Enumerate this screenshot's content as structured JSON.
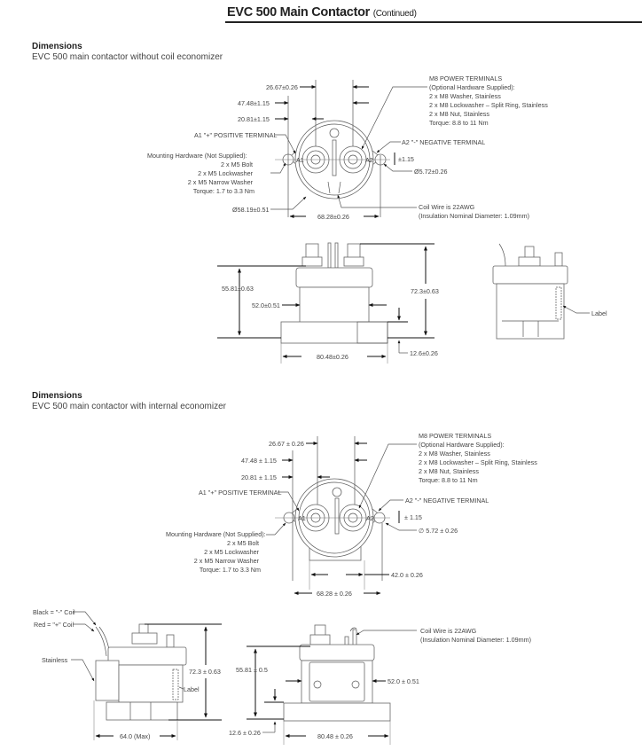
{
  "header": {
    "title": "EVC 500 Main Contactor",
    "subtitle": "(Continued)"
  },
  "sections": [
    {
      "heading": "Dimensions",
      "subheading": "EVC 500 main contactor without coil economizer",
      "top_view": {
        "dim_terminal_spacing": "26.67±0.26",
        "dim_mount_offset": "47.48±1.15",
        "dim_center_offset": "20.81±1.15",
        "a1_label": "A1 \"+\" POSITIVE TERMINAL",
        "a2_label": "A2 \"-\" NEGATIVE TERMINAL",
        "a1_mark": "A1",
        "a2_mark": "A2",
        "mounting_hw": [
          "Mounting Hardware (Not Supplied):",
          "2 x M5 Bolt",
          "2 x M5 Lockwasher",
          "2 x M5 Narrow Washer",
          "Torque:  1.7 to 3.3 Nm"
        ],
        "power_terminals": [
          "M8 POWER TERMINALS",
          "(Optional Hardware Supplied):",
          "2 x M8 Washer, Stainless",
          "2 x M8 Lockwasher – Split Ring, Stainless",
          "2 x M8 Nut, Stainless",
          "Torque:  8.8 to 11 Nm"
        ],
        "dim_tol": "±1.15",
        "dim_hole": "Ø5.72±0.26",
        "dim_body_dia": "Ø58.19±0.51",
        "dim_mount_span": "68.28±0.26",
        "coil_wire": [
          "Coil Wire is 22AWG",
          "(Insulation Nominal Diameter:  1.09mm)"
        ]
      },
      "side_view": {
        "dim_height_base": "55.81±0.63",
        "dim_body_width": "52.0±0.51",
        "dim_total_height": "72.3±0.63",
        "dim_base_height": "12.6±0.26",
        "dim_base_width": "80.48±0.26"
      },
      "end_view": {
        "label": "Label"
      }
    },
    {
      "heading": "Dimensions",
      "subheading": "EVC 500 main contactor with internal economizer",
      "top_view": {
        "dim_terminal_spacing": "26.67 ± 0.26",
        "dim_mount_offset": "47.48 ± 1.15",
        "dim_center_offset": "20.81 ± 1.15",
        "a1_label": "A1 \"+\" POSITIVE TERMINAL",
        "a2_label": "A2 \"-\" NEGATIVE TERMINAL",
        "a1_mark": "A1",
        "a2_mark": "A2",
        "mounting_hw": [
          "Mounting Hardware (Not Supplied):",
          "2 x M5 Bolt",
          "2 x M5 Lockwasher",
          "2 x M5 Narrow Washer",
          "Torque:  1.7 to 3.3 Nm"
        ],
        "power_terminals": [
          "M8 POWER TERMINALS",
          "(Optional Hardware Supplied):",
          "2 x M8 Washer, Stainless",
          "2 x M8 Lockwasher – Split Ring, Stainless",
          "2 x M8 Nut, Stainless",
          "Torque:  8.8 to 11 Nm"
        ],
        "dim_tol": "± 1.15",
        "dim_hole": "∅ 5.72 ± 0.26",
        "dim_foot_span": "42.0 ± 0.26",
        "dim_mount_span": "68.28 ± 0.26"
      },
      "end_view": {
        "black_coil": "Black = \"-\" Coil",
        "red_coil": "Red = \"+\" Coil",
        "stainless": "Stainless",
        "label": "Label",
        "dim_total_height": "72.3 ± 0.63",
        "dim_depth": "64.0 (Max)"
      },
      "side_view": {
        "coil_wire": [
          "Coil Wire is 22AWG",
          "(Insulation Nominal Diameter:  1.09mm)"
        ],
        "dim_height_base": "55.81 ± 0.5",
        "dim_body_width": "52.0 ± 0.51",
        "dim_base_height": "12.6 ± 0.26",
        "dim_base_width": "80.48 ± 0.26"
      }
    }
  ]
}
